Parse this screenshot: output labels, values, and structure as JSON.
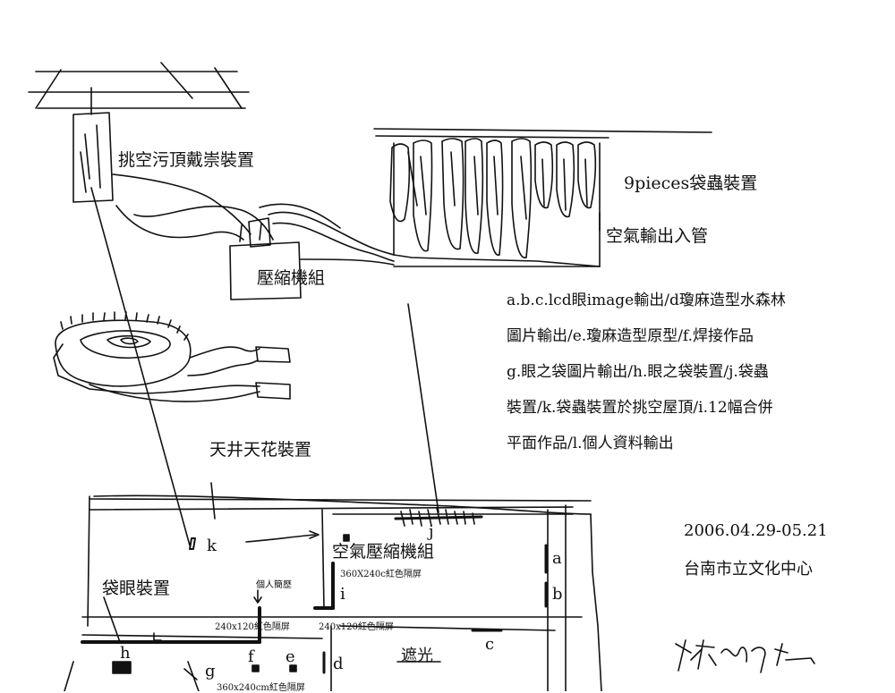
{
  "labels": {
    "overhead_device": "挑空污頂戴崇裝置",
    "nine_pieces": "9pieces袋蟲裝置",
    "air_pipe": "空氣輸出入管",
    "compressor": "壓縮機組",
    "ceiling_device": "天井天花裝置",
    "air_compressor_group": "空氣壓縮機組",
    "eye_bag_device": "袋眼裝置",
    "resume": "個人簡歷",
    "screen_360x240": "360X240c紅色隔屏",
    "screen_240x120_left": "240x120紅色隔屏",
    "screen_240x120_right": "240x120紅色隔屏",
    "screen_360x240cm": "360x240cm紅色隔屏",
    "shading": "遮光"
  },
  "letters": {
    "a": "a",
    "b": "b",
    "c": "c",
    "d": "d",
    "e": "e",
    "f": "f",
    "g": "g",
    "h": "h",
    "i": "i",
    "j": "j",
    "k": "k"
  },
  "description": [
    "a.b.c.lcd眼image輸出/d瓊麻造型水森林",
    "圖片輸出/e.瓊麻造型原型/f.焊接作品",
    "g.眼之袋圖片輸出/h.眼之袋裝置/j.袋蟲",
    "裝置/k.袋蟲裝置於挑空屋頂/i.12幅合併",
    "平面作品/l.個人資料輸出"
  ],
  "date_range": "2006.04.29-05.21",
  "venue": "台南市立文化中心",
  "signature": "林"
}
